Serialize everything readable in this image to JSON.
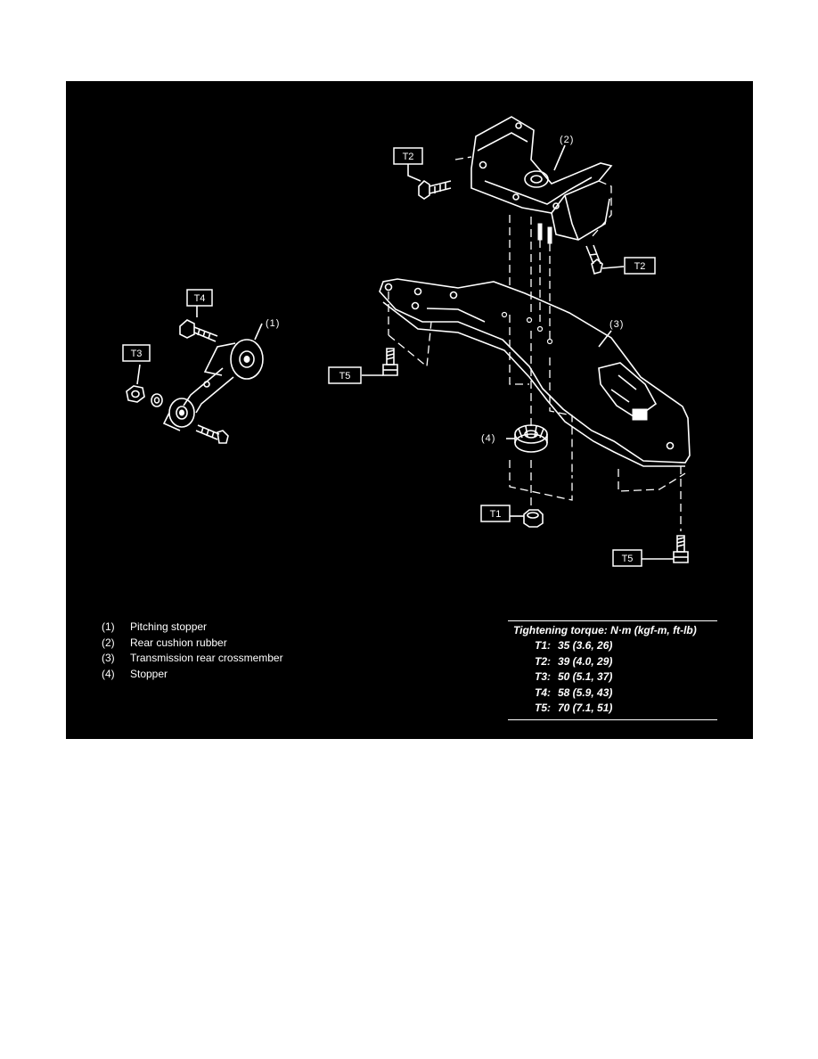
{
  "labels": {
    "t2_top": "T2",
    "t2_right": "T2",
    "t4": "T4",
    "t3": "T3",
    "t5_left": "T5",
    "t1": "T1",
    "t5_right": "T5",
    "part1": "(1)",
    "part2": "(2)",
    "part3": "(3)",
    "part4": "(4)"
  },
  "legend": [
    {
      "num": "(1)",
      "text": "Pitching stopper"
    },
    {
      "num": "(2)",
      "text": "Rear cushion rubber"
    },
    {
      "num": "(3)",
      "text": "Transmission rear crossmember"
    },
    {
      "num": "(4)",
      "text": "Stopper"
    }
  ],
  "torque": {
    "title": "Tightening torque: N·m (kgf-m, ft-lb)",
    "rows": [
      {
        "key": "T1:",
        "value": "35 (3.6, 26)"
      },
      {
        "key": "T2:",
        "value": "39 (4.0, 29)"
      },
      {
        "key": "T3:",
        "value": "50 (5.1, 37)"
      },
      {
        "key": "T4:",
        "value": "58 (5.9, 43)"
      },
      {
        "key": "T5:",
        "value": "70 (7.1, 51)"
      }
    ]
  },
  "colors": {
    "background": "#000000",
    "line": "#ffffff",
    "page": "#ffffff"
  }
}
